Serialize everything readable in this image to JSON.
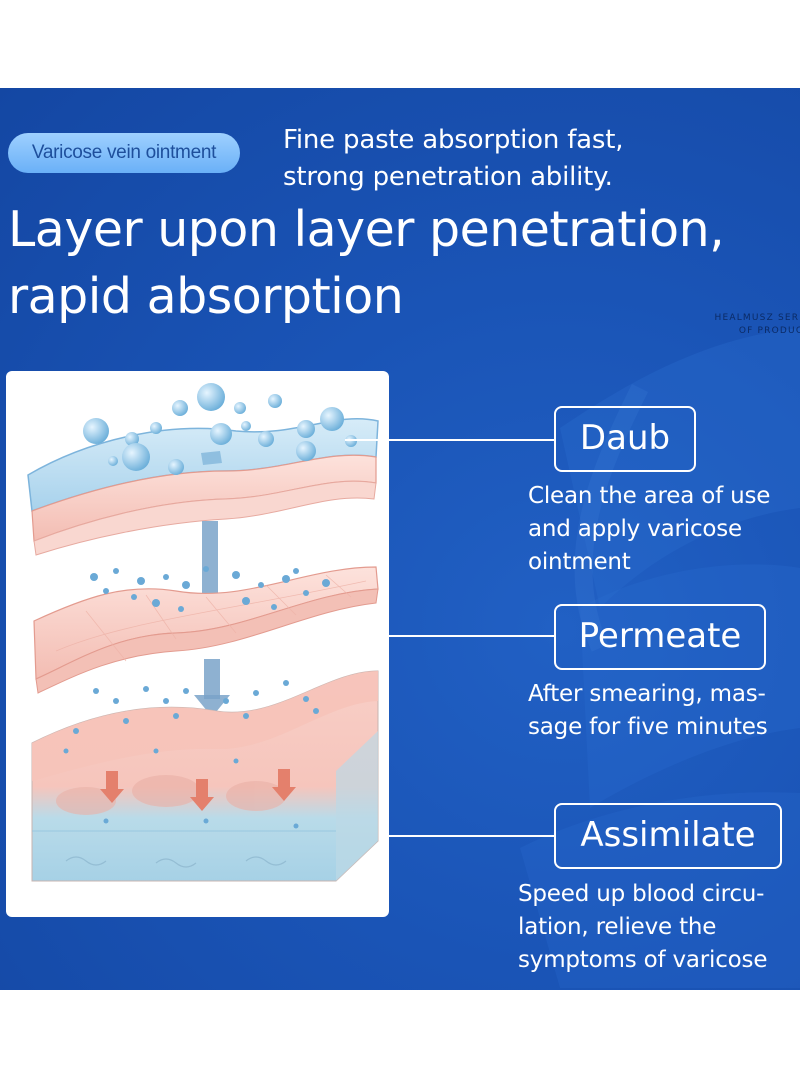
{
  "colors": {
    "banner_blue": "#1a54b6",
    "pill_blue": "#7fc0fb",
    "text_white": "#ffffff",
    "skin_pink": "#f7c8bf",
    "fluid_blue": "#a9d3ea"
  },
  "tag": "Varicose vein ointment",
  "subheading": {
    "line1": "Fine paste absorption fast,",
    "line2": "strong penetration ability."
  },
  "headline": {
    "line1": "Layer upon layer penetration,",
    "line2": "rapid absorption"
  },
  "brand": {
    "line1": "HEALMUSZ SERIE",
    "line2": "OF PRODUCT"
  },
  "illustration": {
    "name": "skin-layers-penetration-diagram"
  },
  "steps": [
    {
      "title": "Daub",
      "description": [
        "Clean the area of use",
        "and apply varicose",
        "ointment"
      ]
    },
    {
      "title": "Permeate",
      "description": [
        "After smearing, mas-",
        "sage for five minutes"
      ]
    },
    {
      "title": "Assimilate",
      "description": [
        "Speed up blood circu-",
        "lation, relieve the",
        "symptoms of varicose"
      ]
    }
  ]
}
